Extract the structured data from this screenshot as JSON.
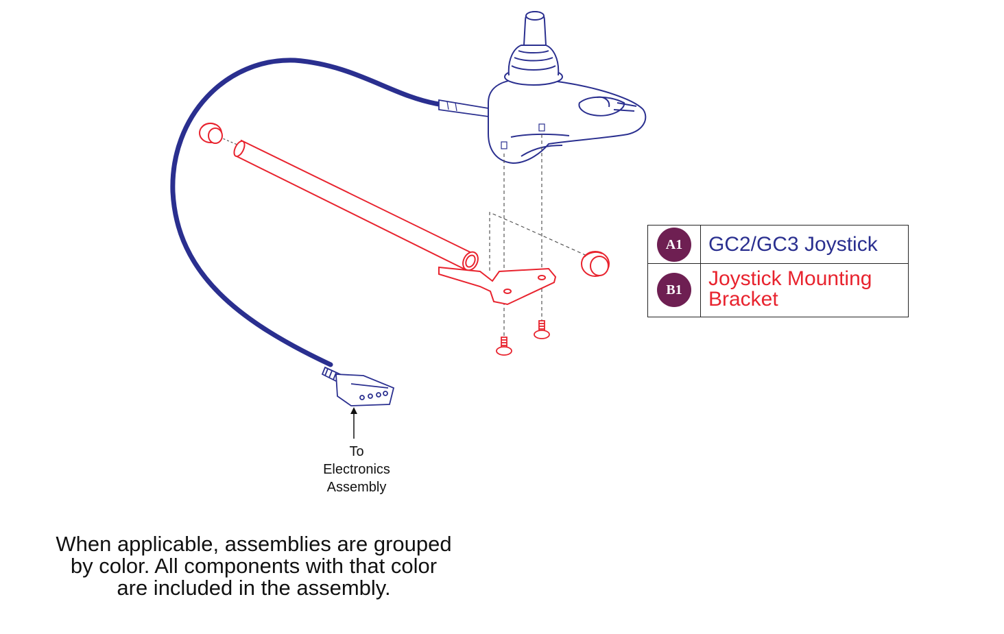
{
  "colors": {
    "assembly_a1": "#2a2f8f",
    "assembly_b1": "#e8232e",
    "badge": "#6e1f52",
    "outline": "#222222"
  },
  "legend": [
    {
      "id": "A1",
      "label": "GC2/GC3 Joystick",
      "color": "#2a2f8f"
    },
    {
      "id": "B1",
      "label": "Joystick Mounting Bracket",
      "color": "#e8232e"
    }
  ],
  "callout": {
    "lines": [
      "To",
      "Electronics",
      "Assembly"
    ],
    "icon": "arrow-up-icon"
  },
  "note": {
    "lines": [
      "When applicable, assemblies are grouped",
      "by color. All components with that color",
      "are included in the assembly."
    ]
  }
}
